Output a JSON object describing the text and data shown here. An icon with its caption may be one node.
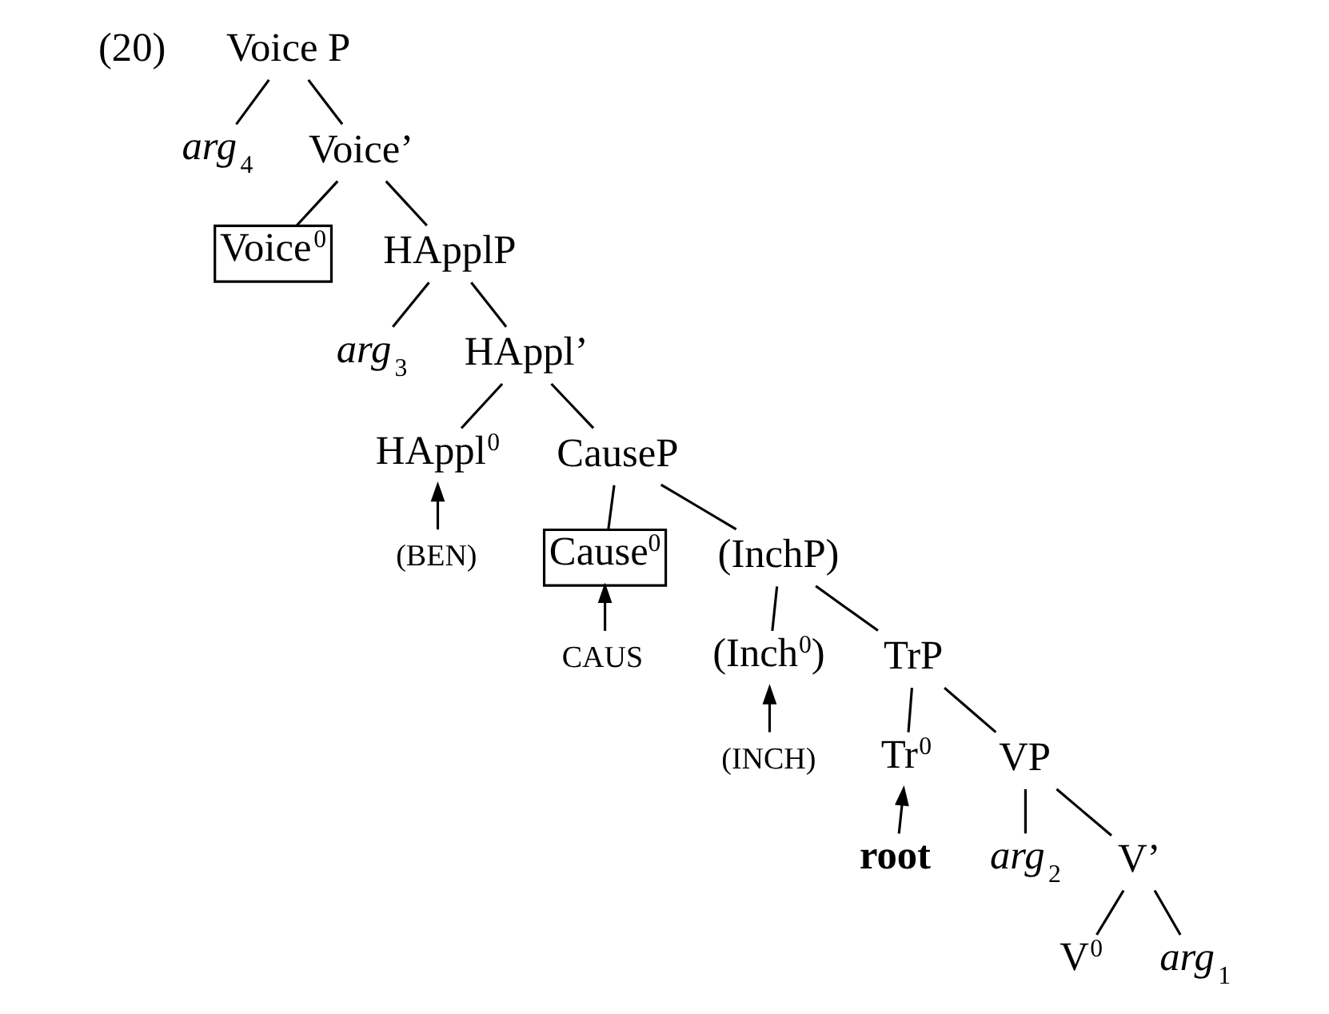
{
  "diagram": {
    "nodes": [
      {
        "text": [
          "Voice P"
        ]
      },
      {
        "text": [
          "*arg*$_{4}$"
        ]
      },
      {
        "text": [
          "Voice’"
        ]
      },
      {
        "text": [
          "Voice$^{0}$"
        ]
      },
      {
        "text": [
          "HApplP"
        ]
      },
      {
        "text": [
          "*arg*$_{3}$"
        ]
      },
      {
        "text": [
          "HAppl’"
        ]
      },
      {
        "text": [
          "HAppl$^{0}$"
        ]
      },
      {
        "text": [
          "CauseP"
        ]
      },
      {
        "text": [
          "(BEN)"
        ]
      },
      {
        "text": [
          "Cause$^{0}$"
        ]
      },
      {
        "text": [
          "(InchP)"
        ]
      },
      {
        "text": [
          "CAUS"
        ]
      },
      {
        "text": [
          "(Inch$^{0}$)"
        ]
      },
      {
        "text": [
          "TrP"
        ]
      },
      {
        "text": [
          "(INCH)"
        ]
      },
      {
        "text": [
          "Tr$^{0}$"
        ]
      },
      {
        "text": [
          "VP"
        ]
      },
      {
        "text": [
          "root"
        ]
      },
      {
        "text": [
          "*arg*$_{2}$"
        ]
      },
      {
        "text": [
          "V’"
        ]
      },
      {
        "text": [
          "V$^{0}$"
        ]
      },
      {
        "text": [
          "*arg*$_{1}$"
        ]
      }
    ],
    "edges": [
      {
        "from": 0,
        "to": 1,
        "arrow": "none"
      },
      {
        "from": 0,
        "to": 2,
        "arrow": "none"
      },
      {
        "from": 2,
        "to": 3,
        "arrow": "none"
      },
      {
        "from": 2,
        "to": 4,
        "arrow": "none"
      },
      {
        "from": 4,
        "to": 5,
        "arrow": "none"
      },
      {
        "from": 4,
        "to": 6,
        "arrow": "none"
      },
      {
        "from": 6,
        "to": 7,
        "arrow": "none"
      },
      {
        "from": 6,
        "to": 8,
        "arrow": "none"
      },
      {
        "from": 9,
        "to": 7,
        "arrow": "to"
      },
      {
        "from": 8,
        "to": 10,
        "arrow": "none"
      },
      {
        "from": 8,
        "to": 11,
        "arrow": "none"
      },
      {
        "from": 12,
        "to": 10,
        "arrow": "to"
      },
      {
        "from": 11,
        "to": 13,
        "arrow": "none"
      },
      {
        "from": 11,
        "to": 14,
        "arrow": "none"
      },
      {
        "from": 15,
        "to": 13,
        "arrow": "to"
      },
      {
        "from": 14,
        "to": 16,
        "arrow": "none"
      },
      {
        "from": 14,
        "to": 17,
        "arrow": "none"
      },
      {
        "from": 18,
        "to": 16,
        "arrow": "to"
      },
      {
        "from": 17,
        "to": 19,
        "arrow": "none"
      },
      {
        "from": 17,
        "to": 20,
        "arrow": "none"
      },
      {
        "from": 20,
        "to": 21,
        "arrow": "none"
      },
      {
        "from": 20,
        "to": 22,
        "arrow": "none"
      }
    ],
    "labels": [
      "(20)"
    ]
  }
}
